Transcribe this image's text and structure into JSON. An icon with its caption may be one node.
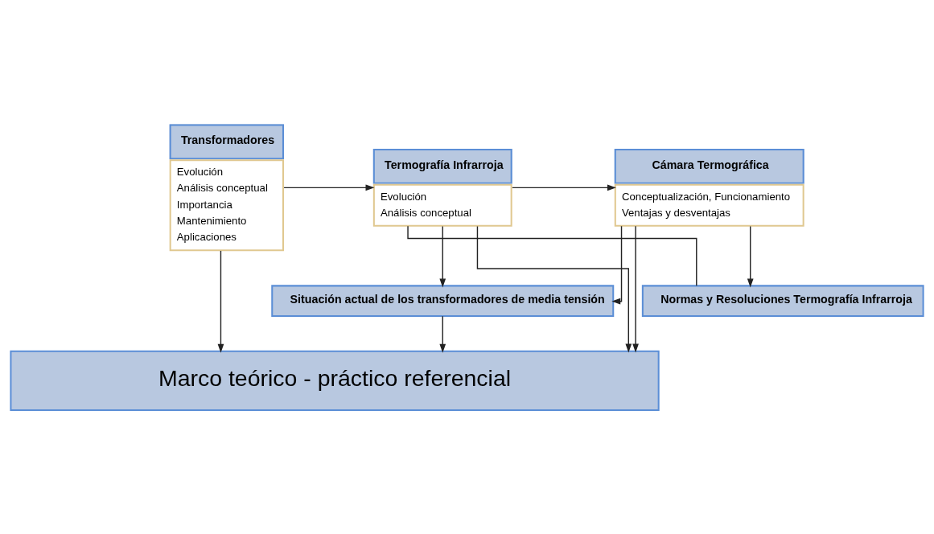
{
  "diagram": {
    "nodes": [
      {
        "text": [
          "Transformadores",
          "Evolución",
          "Análisis conceptual",
          "Importancia",
          "Mantenimiento",
          "Aplicaciones"
        ]
      },
      {
        "text": [
          "Termografía Infrarroja",
          "Evolución",
          "Análisis conceptual"
        ]
      },
      {
        "text": [
          "Cámara Termográfica",
          "Conceptualización, Funcionamiento",
          "Ventajas y desventajas"
        ]
      },
      {
        "text": [
          "Normas y Resoluciones Termografía Infrarroja"
        ]
      },
      {
        "text": [
          "Situación actual de los transformadores de media tensión"
        ]
      },
      {
        "text": [
          "Marco teórico - práctico referencial"
        ]
      }
    ],
    "edges": [
      {
        "from": 0,
        "to": 1,
        "arrow": "to"
      },
      {
        "from": 1,
        "to": 2,
        "arrow": "to"
      },
      {
        "from": 2,
        "to": 3,
        "arrow": "to"
      },
      {
        "from": 1,
        "to": 3,
        "arrow": "none"
      },
      {
        "from": 1,
        "to": 4,
        "arrow": "to"
      },
      {
        "from": 2,
        "to": 4,
        "arrow": "to"
      },
      {
        "from": 0,
        "to": 5,
        "arrow": "to"
      },
      {
        "from": 1,
        "to": 5,
        "arrow": "to"
      },
      {
        "from": 4,
        "to": 5,
        "arrow": "to"
      },
      {
        "from": 2,
        "to": 5,
        "arrow": "to"
      }
    ]
  }
}
